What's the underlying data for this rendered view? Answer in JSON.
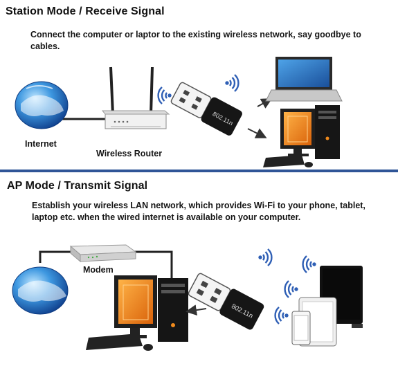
{
  "station": {
    "title": "Station Mode / Receive Signal",
    "description": "Connect the computer or laptor to the existing wireless network, say goodbye to cables.",
    "internet_label": "Internet",
    "router_label": "Wireless Router",
    "dongle_text": "802.11n"
  },
  "ap": {
    "title": "AP Mode / Transmit Signal",
    "description": "Establish your wireless LAN network, which provides Wi-Fi to your phone, tablet, laptop etc. when the wired internet is available on your computer.",
    "modem_label": "Modem",
    "dongle_text": "802.11n"
  },
  "colors": {
    "divider": "#2f5597",
    "wifi": "#2f5fb5",
    "globe": "#2b7bd0",
    "pc_orange": "#f08a1c",
    "arrow": "#333333"
  },
  "icons": [
    "globe-icon",
    "router-icon",
    "usb-wifi-dongle-icon",
    "wifi-icon",
    "laptop-icon",
    "desktop-pc-icon",
    "keyboard-icon",
    "mouse-icon",
    "modem-icon",
    "tablet-icon",
    "phone-icon",
    "monitor-icon",
    "arrow-icon"
  ]
}
